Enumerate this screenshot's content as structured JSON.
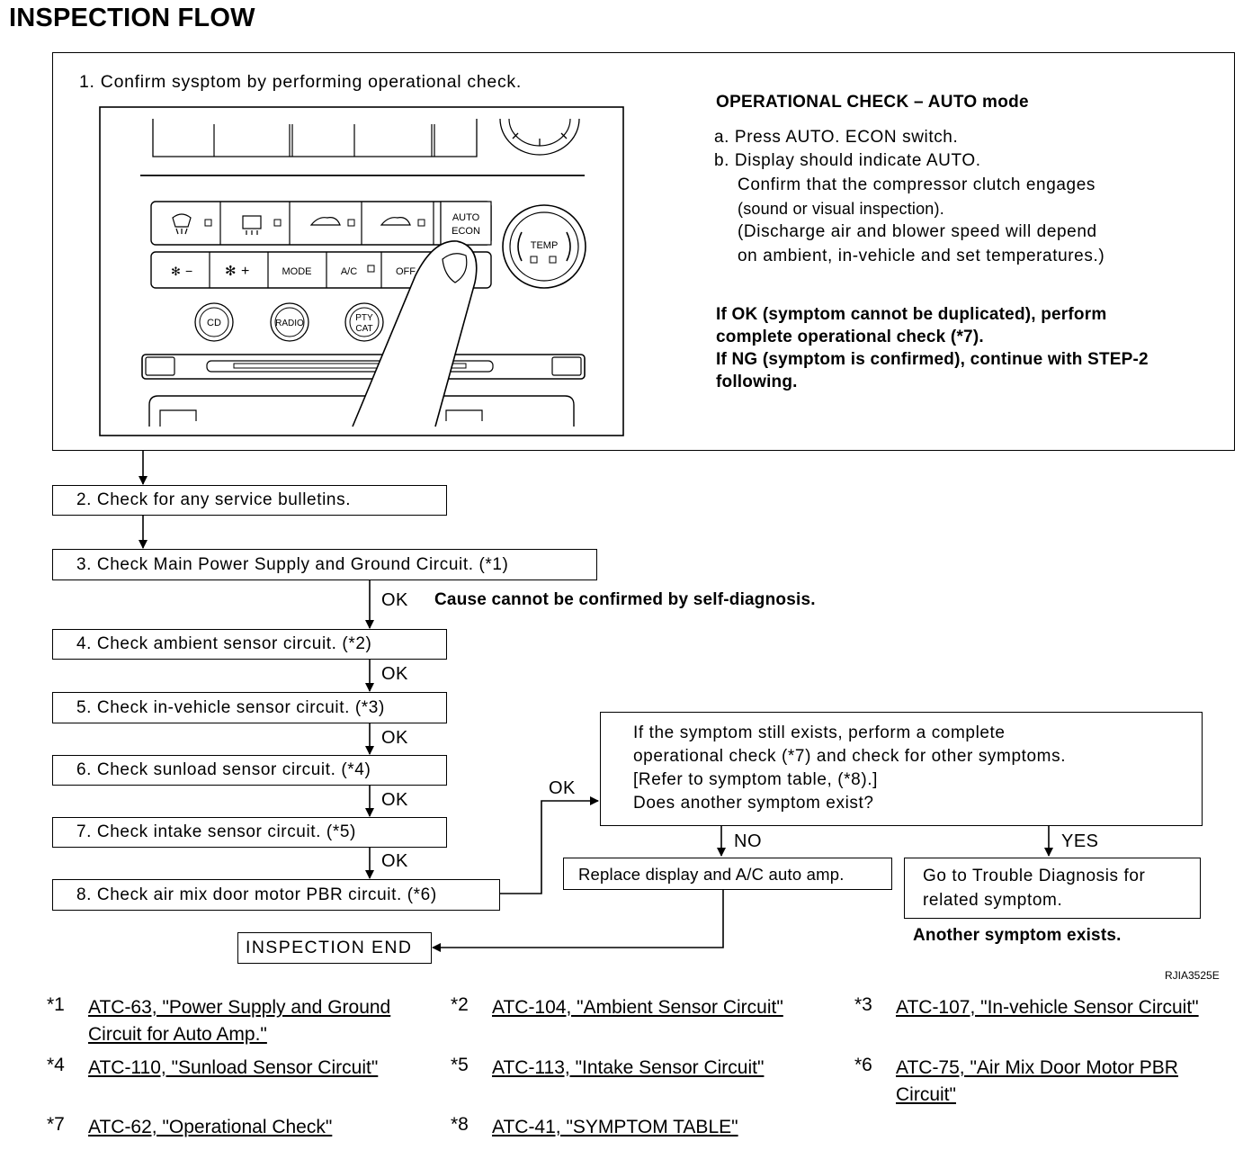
{
  "title": "INSPECTION FLOW",
  "step1": {
    "label": "1. Confirm sysptom by performing operational check.",
    "panel_buttons": {
      "auto": "AUTO",
      "econ": "ECON",
      "temp": "TEMP",
      "fan_minus": "−",
      "fan_plus": "+",
      "mode": "MODE",
      "ac": "A/C",
      "off": "OFF",
      "cd": "CD",
      "radio": "RADIO",
      "pty": "PTY",
      "cat": "CAT"
    },
    "operational_check": {
      "heading": "OPERATIONAL CHECK – AUTO mode",
      "lines": [
        "a. Press AUTO. ECON switch.",
        "b. Display should indicate AUTO.",
        "Confirm that the compressor clutch engages",
        "(sound or visual inspection).",
        "(Discharge air and blower speed will depend",
        "on ambient, in-vehicle and set temperatures.)"
      ],
      "result_lines": [
        "If OK (symptom cannot be duplicated), perform",
        "complete operational check (*7).",
        "If NG (symptom is confirmed), continue with STEP-2",
        "following."
      ]
    }
  },
  "steps": [
    "2. Check for any service bulletins.",
    "3. Check Main Power Supply and Ground Circuit. (*1)",
    "4. Check ambient sensor circuit. (*2)",
    "5. Check in-vehicle sensor circuit. (*3)",
    "6. Check sunload sensor circuit. (*4)",
    "7. Check intake sensor circuit. (*5)",
    "8. Check air mix door motor PBR circuit. (*6)"
  ],
  "ok_label": "OK",
  "cause_note": "Cause cannot be confirmed by self-diagnosis.",
  "symptom_box": [
    "If the symptom still exists, perform a complete",
    "operational check (*7) and check for other symptoms.",
    "[Refer to symptom table, (*8).]",
    "Does another symptom exist?"
  ],
  "no_label": "NO",
  "yes_label": "YES",
  "replace_box": "Replace display and A/C auto amp.",
  "trouble_box": [
    "Go to Trouble Diagnosis for",
    "related symptom."
  ],
  "another_symptom": "Another symptom exists.",
  "end_box": "INSPECTION END",
  "figure_code": "RJIA3525E",
  "footnotes": [
    {
      "mark": "*1",
      "text": "ATC-63, \"Power Supply and Ground Circuit for Auto Amp.\""
    },
    {
      "mark": "*2",
      "text": "ATC-104, \"Ambient Sensor Circuit\""
    },
    {
      "mark": "*3",
      "text": "ATC-107, \"In-vehicle Sensor Circuit\""
    },
    {
      "mark": "*4",
      "text": "ATC-110, \"Sunload Sensor Circuit\""
    },
    {
      "mark": "*5",
      "text": "ATC-113, \"Intake Sensor Circuit\""
    },
    {
      "mark": "*6",
      "text": "ATC-75, \"Air Mix Door Motor PBR Circuit\""
    },
    {
      "mark": "*7",
      "text": "ATC-62, \"Operational Check\""
    },
    {
      "mark": "*8",
      "text": "ATC-41, \"SYMPTOM TABLE\""
    }
  ]
}
